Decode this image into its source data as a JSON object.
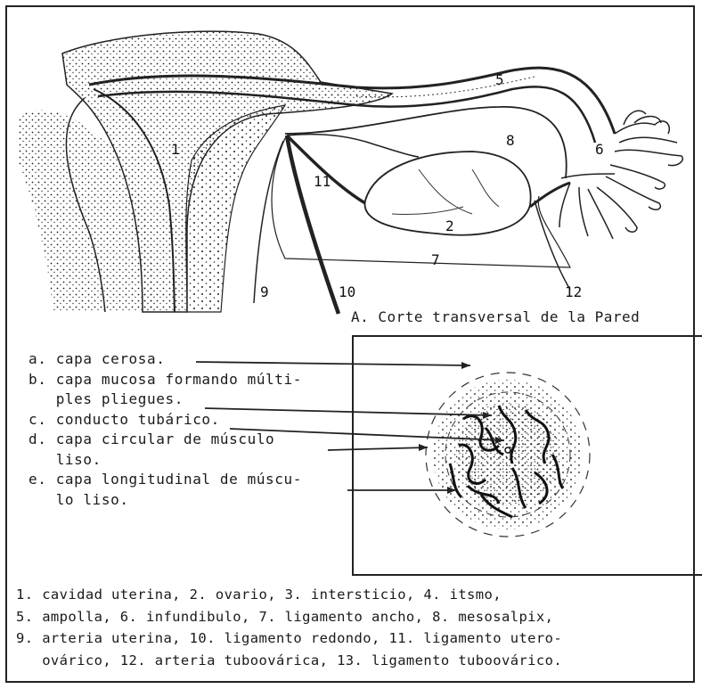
{
  "figure": {
    "caption": "A. Corte transversal de la Pared",
    "numbers": {
      "n1": "1",
      "n2": "2",
      "n5": "5",
      "n6": "6",
      "n7": "7",
      "n8": "8",
      "n9": "9",
      "n10": "10",
      "n11": "11",
      "n12": "12"
    }
  },
  "layer_labels": [
    {
      "id": "a",
      "line1": "a. capa cerosa.",
      "line2": ""
    },
    {
      "id": "b",
      "line1": "b. capa mucosa formando múlti-",
      "line2": "   ples pliegues."
    },
    {
      "id": "c",
      "line1": "c. conducto tubárico.",
      "line2": ""
    },
    {
      "id": "d",
      "line1": "d. capa circular de músculo",
      "line2": "   liso."
    },
    {
      "id": "e",
      "line1": "e. capa longitudinal de múscu-",
      "line2": "   lo liso."
    }
  ],
  "legend": {
    "line1": "1. cavidad uterina, 2. ovario, 3. intersticio, 4. itsmo,",
    "line2": "5. ampolla, 6. infundibulo, 7. ligamento ancho, 8. mesosalpix,",
    "line3": "9. arteria uterina, 10. ligamento redondo, 11. ligamento utero-",
    "line4": "   ovárico, 12. arteria tuboovárica, 13. ligamento tuboovárico."
  }
}
